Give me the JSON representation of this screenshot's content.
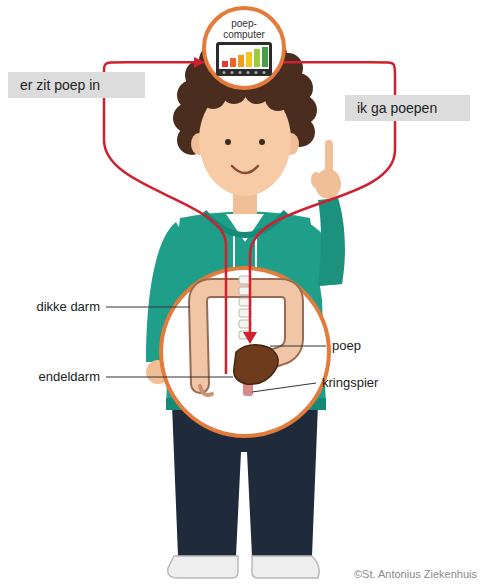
{
  "diagram": {
    "nodes": [
      {
        "text": [
          "poep- computer"
        ]
      },
      {
        "text": [
          "er zit poep in"
        ]
      },
      {
        "text": [
          "ik ga poepen"
        ]
      }
    ],
    "edges": [
      {
        "from": 1,
        "to": 0,
        "arrow": "to"
      },
      {
        "from": 0,
        "to": 2,
        "arrow": "none"
      }
    ],
    "labels": [
      "dikke darm",
      "endeldarm",
      "poep",
      "kringspier",
      "©St. Antonius Ziekenhuis"
    ]
  }
}
